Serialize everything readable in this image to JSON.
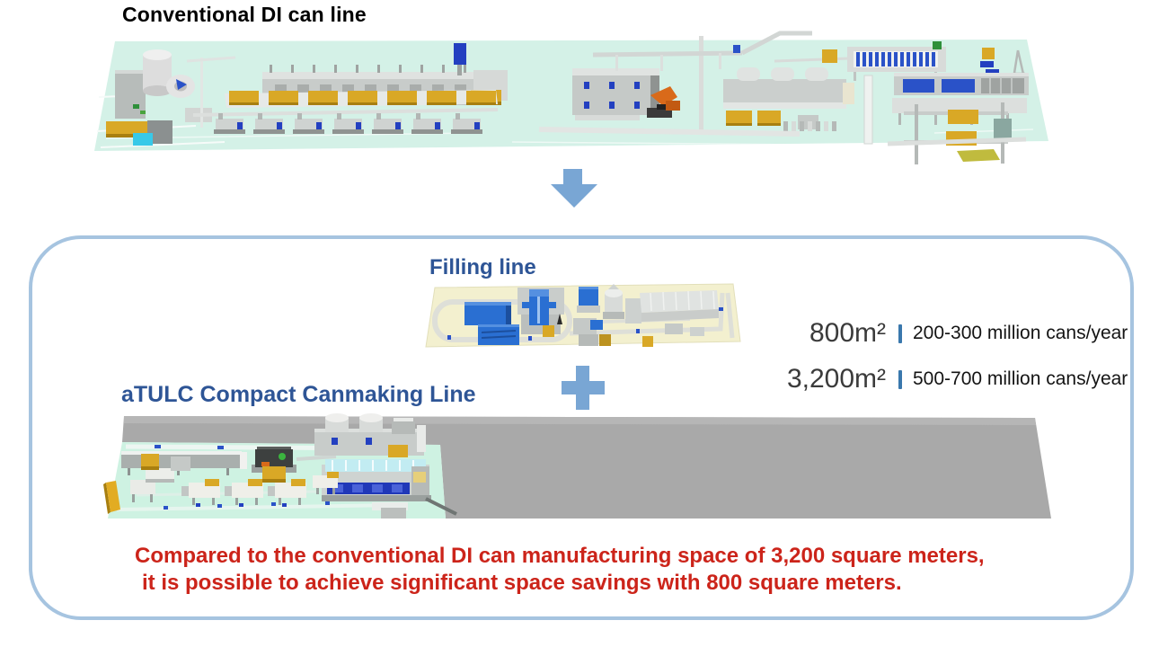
{
  "conventional_line": {
    "title": "Conventional DI can line"
  },
  "comparison_panel": {
    "filling_line_label": "Filling line",
    "atulc_line_label": "aTULC Compact Canmaking Line",
    "stats": [
      {
        "area": "800m²",
        "capacity": "200-300 million cans/year"
      },
      {
        "area": "3,200m²",
        "capacity": "500-700 million cans/year"
      }
    ],
    "conclusion_line1": "Compared to the conventional DI can manufacturing space of 3,200 square meters,",
    "conclusion_line2": "it is possible to achieve significant space savings with 800 square meters."
  },
  "colors": {
    "accent_blue": "#79a6d4",
    "heading_blue": "#2e5596",
    "panel_border": "#a6c4e0",
    "note_red": "#cc241a",
    "stat_divider_blue": "#3a78ad",
    "floor_mint": "#d4f1e7",
    "floor_yellow": "#f3f0cf",
    "saved_space_gray": "#a9a9a9",
    "machine_yellow": "#d9a826",
    "machine_blue": "#2a6fd2"
  }
}
